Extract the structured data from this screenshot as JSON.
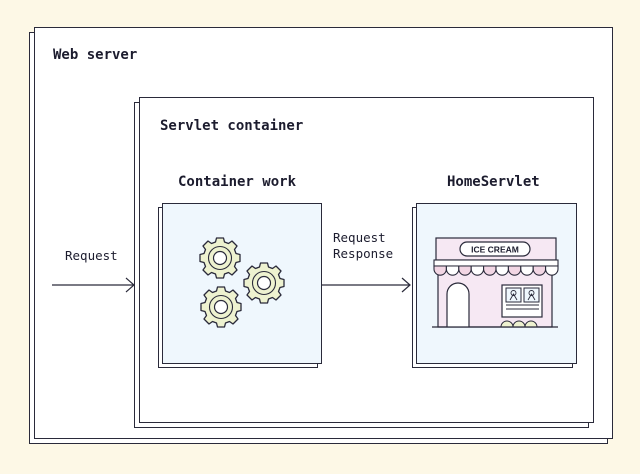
{
  "web_server": {
    "title": "Web server"
  },
  "servlet_container": {
    "title": "Servlet container"
  },
  "container_work": {
    "title": "Container work"
  },
  "home_servlet": {
    "title": "HomeServlet",
    "sign": "ICE CREAM"
  },
  "arrows": {
    "request_label": "Request",
    "inner_request_label": "Request",
    "inner_response_label": "Response"
  },
  "colors": {
    "background": "#fdf8e6",
    "panel": "#eff7fd",
    "gear": "#eef2d0",
    "shop_wall": "#f6e8f3",
    "awning_stripe": "#f2d6e4",
    "outline": "#2a2a3a"
  }
}
